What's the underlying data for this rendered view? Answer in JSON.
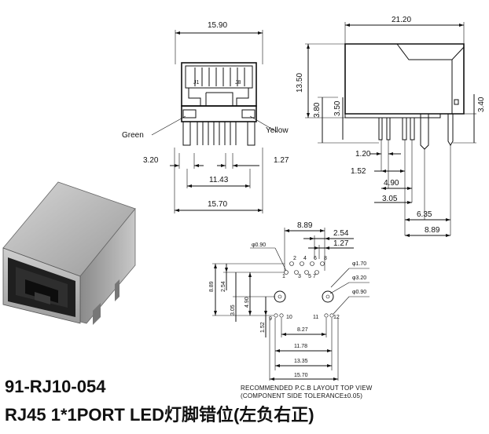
{
  "title": {
    "part_number": "91-RJ10-054",
    "description": "RJ45 1*1PORT LED灯脚错位(左负右正)"
  },
  "front_view": {
    "width_top": "15.90",
    "width_bottom": "15.70",
    "pin_span": "11.43",
    "offset_left": "3.20",
    "pitch": "1.27",
    "pin_label_left": "J1",
    "pin_label_right": "J8",
    "led_left": "Green",
    "led_right": "Yellow"
  },
  "side_view": {
    "depth": "21.20",
    "height": "13.50",
    "h_380": "3.80",
    "h_350": "3.50",
    "h_340": "3.40",
    "d_120": "1.20",
    "d_152": "1.52",
    "d_490": "4.90",
    "d_305": "3.05",
    "d_635": "6.35",
    "d_889": "8.89"
  },
  "pcb_layout": {
    "top_889": "8.89",
    "top_254": "2.54",
    "top_127": "1.27",
    "hole_090": "φ0.90",
    "hole_170": "φ1.70",
    "hole_320": "φ3.20",
    "hole_090b": "φ0.90",
    "v_889": "8.89",
    "v_254": "2.54",
    "v_305": "3.05",
    "v_490": "4.90",
    "v_152": "1.52",
    "h_827": "8.27",
    "h_1178": "11.78",
    "h_1335": "13.35",
    "h_1570": "15.70",
    "pin_nums": [
      "1",
      "2",
      "3",
      "4",
      "5",
      "6",
      "7",
      "8"
    ],
    "pin_9": "9",
    "pin_10": "10",
    "pin_11": "11",
    "pin_12": "12",
    "note_line1": "RECOMMENDED P.C.B LAYOUT TOP VIEW",
    "note_line2": "(COMPONENT SIDE TOLERANCE±0.05)"
  }
}
